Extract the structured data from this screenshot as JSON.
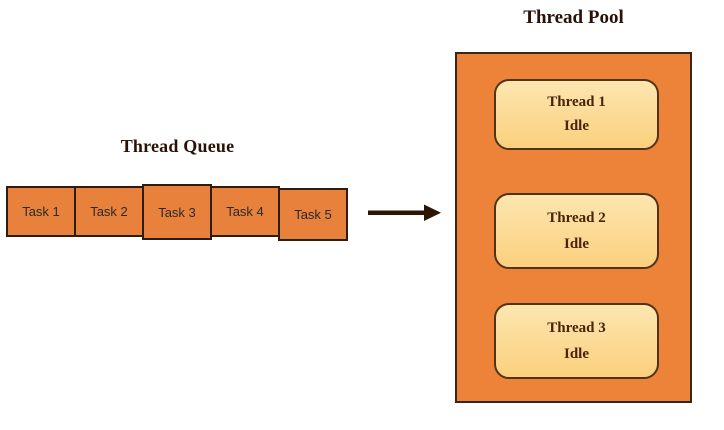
{
  "queue": {
    "title": "Thread Queue",
    "tasks": [
      "Task 1",
      "Task 2",
      "Task 3",
      "Task 4",
      "Task 5"
    ]
  },
  "pool": {
    "title": "Thread Pool",
    "threads": [
      {
        "name": "Thread 1",
        "status": "Idle"
      },
      {
        "name": "Thread 2",
        "status": "Idle"
      },
      {
        "name": "Thread 3",
        "status": "Idle"
      }
    ]
  },
  "icons": {
    "arrow": "right-arrow-icon"
  },
  "colors": {
    "task_fill": "#e8813c",
    "pool_fill": "#ec8338",
    "thread_fill_top": "#fce6b0",
    "thread_fill_bottom": "#fbd07e",
    "box_border": "#2e1c0e",
    "pool_border": "#3a2616",
    "thread_border": "#4f3418",
    "title_text": "#2a1106",
    "thread_text": "#4a2309",
    "task_text": "#2a2a2a",
    "arrow": "#2b1505",
    "background": "#ffffff"
  }
}
